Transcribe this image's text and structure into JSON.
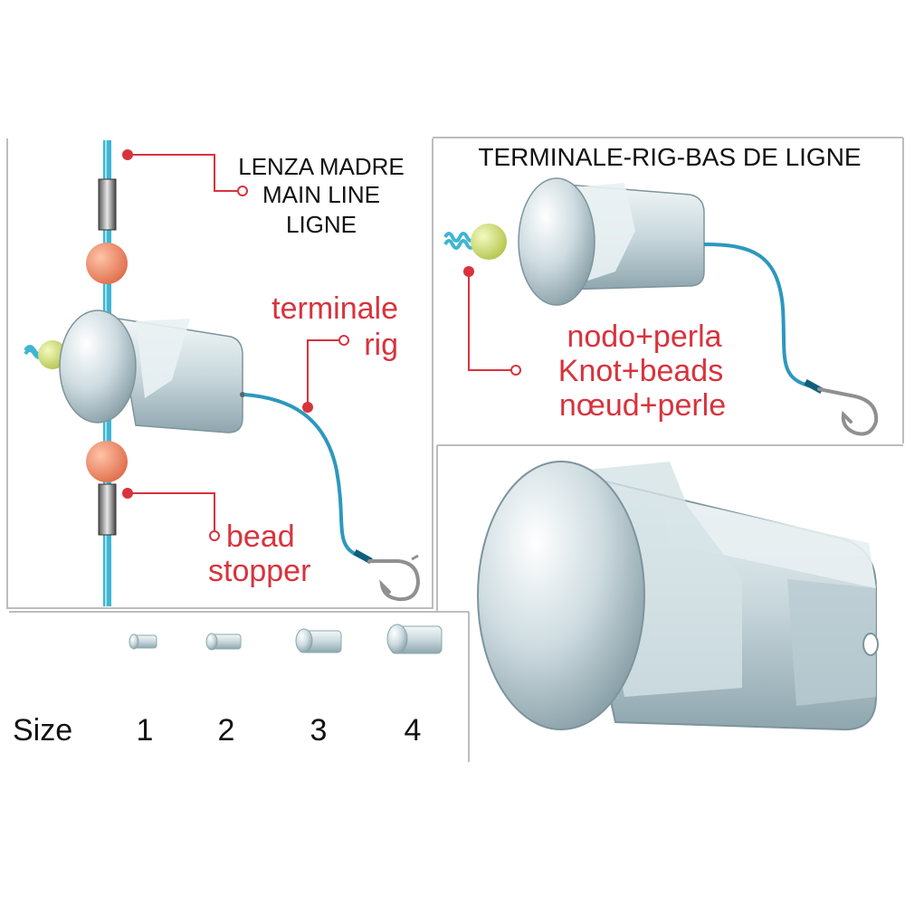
{
  "main_line_labels": [
    "LENZA MADRE",
    "MAIN LINE",
    "LIGNE"
  ],
  "terminal_labels": [
    "terminale",
    "rig"
  ],
  "stopper_labels": [
    "bead",
    "stopper"
  ],
  "rig_title": "TERMINALE-RIG-BAS DE LIGNE",
  "knot_labels": [
    "nodo+perla",
    "Knot+beads",
    "nœud+perle"
  ],
  "sizes": {
    "label": "Size",
    "values": [
      "1",
      "2",
      "3",
      "4"
    ]
  },
  "colors": {
    "line": "#3fb5d3",
    "label_red": "#d8333d",
    "bead_orange": "#e9896a",
    "bead_green": "#d3e07a",
    "lead": "#c6d6dc"
  }
}
